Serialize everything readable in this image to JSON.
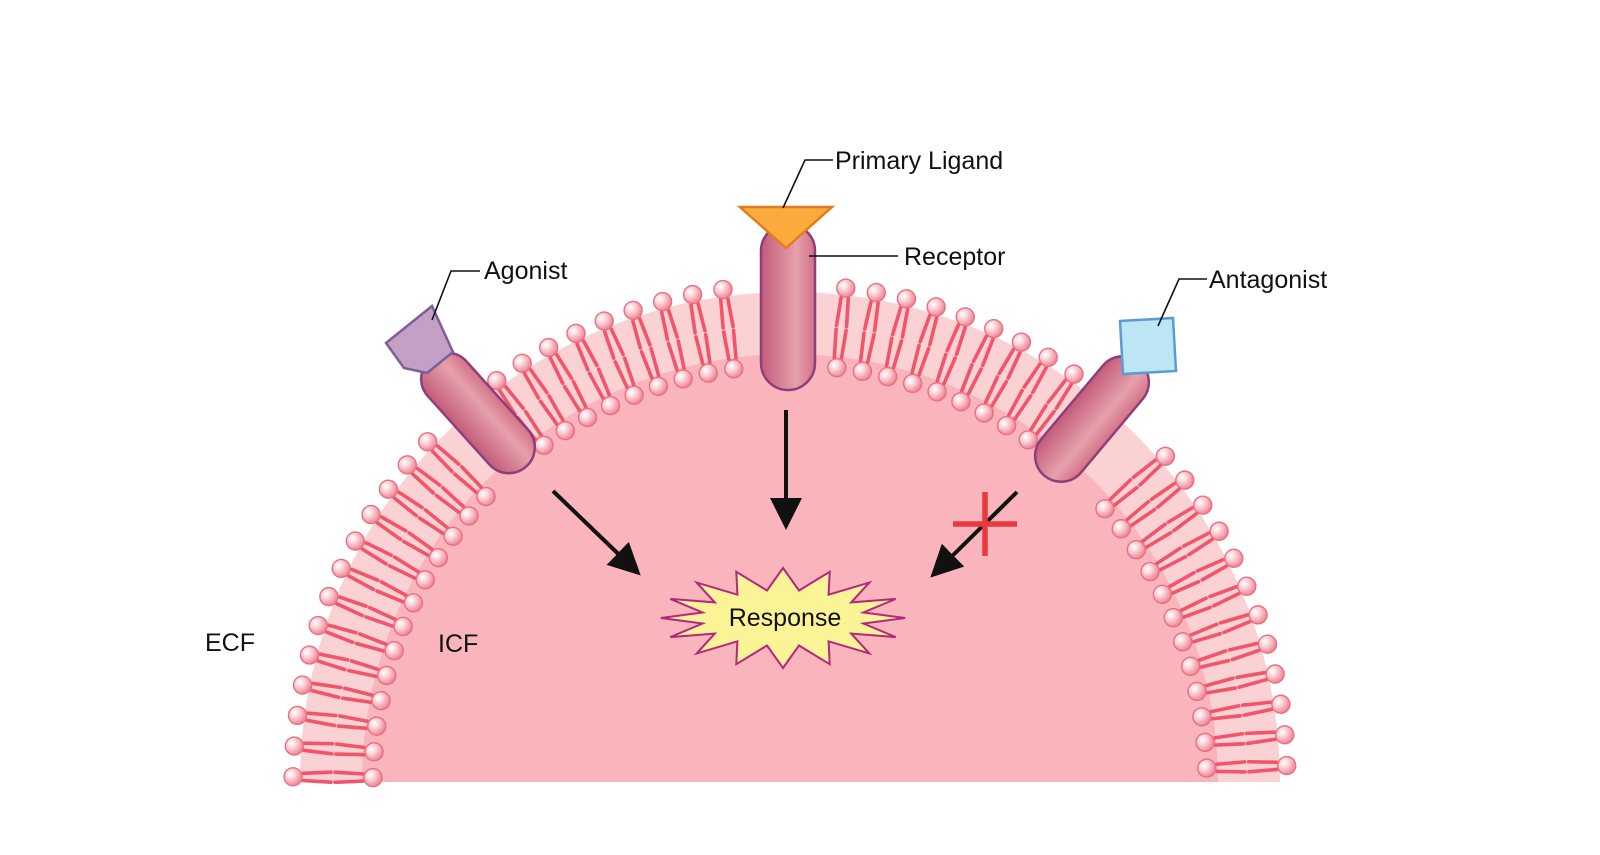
{
  "labels": {
    "primary_ligand": "Primary Ligand",
    "receptor": "Receptor",
    "agonist": "Agonist",
    "antagonist": "Antagonist",
    "response": "Response",
    "ecf": "ECF",
    "icf": "ICF"
  },
  "colors": {
    "cytoplasm": "#f9b4bc",
    "membrane_band": "#fbd2d4",
    "phospholipid": "#f2546a",
    "receptor": "#d06a86",
    "receptor_stroke": "#8e3f7a",
    "primary_ligand": "#fbab3c",
    "agonist": "#c4a0c4",
    "antagonist": "#bde6f5",
    "response_fill": "#fbf497",
    "response_stroke": "#b2287e",
    "block_cross": "#e8393f",
    "arrow": "#111111"
  }
}
